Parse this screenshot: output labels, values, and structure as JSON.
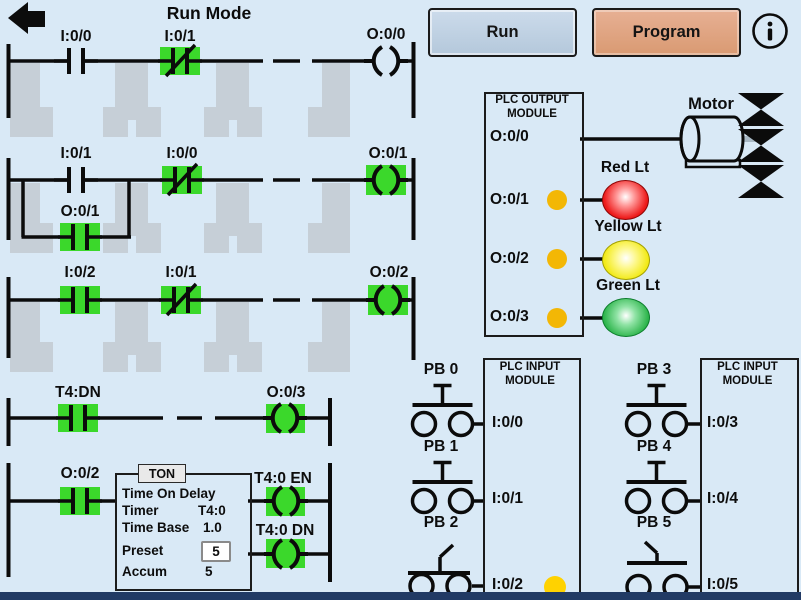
{
  "title": "Run Mode",
  "toolbar": {
    "run": "Run",
    "program": "Program"
  },
  "rung1": {
    "contact1": "I:0/0",
    "contact2": "I:0/1",
    "coil": "O:0/0"
  },
  "rung2": {
    "contact1": "I:0/1",
    "contact2": "I:0/0",
    "branch_contact": "O:0/1",
    "coil": "O:0/1"
  },
  "rung3": {
    "contact1": "I:0/2",
    "contact2": "I:0/1",
    "coil": "O:0/2"
  },
  "rung4": {
    "contact1": "T4:DN",
    "coil": "O:0/3"
  },
  "rung5": {
    "contact1": "O:0/2",
    "coil_en": "T4:0 EN",
    "coil_dn": "T4:0 DN"
  },
  "timer": {
    "tab": "TON",
    "title": "Time On Delay",
    "timer_label": "Timer",
    "timer_value": "T4:0",
    "time_base_label": "Time Base",
    "time_base_value": "1.0",
    "preset_label": "Preset",
    "preset_value": "5",
    "accum_label": "Accum",
    "accum_value": "5"
  },
  "output_module": {
    "title_line1": "PLC OUTPUT",
    "title_line2": "MODULE",
    "rows": [
      {
        "label": "O:0/0",
        "lit": false
      },
      {
        "label": "O:0/1",
        "lit": true
      },
      {
        "label": "O:0/2",
        "lit": true
      },
      {
        "label": "O:0/3",
        "lit": true
      }
    ]
  },
  "devices": {
    "motor": "Motor",
    "red_light": "Red Lt",
    "yellow_light": "Yellow Lt",
    "green_light": "Green Lt"
  },
  "input_module_1": {
    "title_line1": "PLC INPUT",
    "title_line2": "MODULE",
    "rows": [
      {
        "label": "I:0/0",
        "lit": false
      },
      {
        "label": "I:0/1",
        "lit": false
      },
      {
        "label": "I:0/2",
        "lit": true
      }
    ]
  },
  "input_module_2": {
    "title_line1": "PLC INPUT",
    "title_line2": "MODULE",
    "rows": [
      {
        "label": "I:0/3",
        "lit": false
      },
      {
        "label": "I:0/4",
        "lit": false
      },
      {
        "label": "I:0/5",
        "lit": false
      }
    ]
  },
  "push_buttons_1": [
    {
      "label": "PB 0"
    },
    {
      "label": "PB 1"
    },
    {
      "label": "PB 2"
    }
  ],
  "push_buttons_2": [
    {
      "label": "PB 3"
    },
    {
      "label": "PB 4"
    },
    {
      "label": "PB 5"
    }
  ],
  "colors": {
    "background": "#D9E9F6",
    "highlight_green": "#3BD82B",
    "run_button": "#BDCFE1",
    "program_button": "#DFA183",
    "output_indicator": "#F3B705",
    "input_indicator": "#FFD200",
    "red_light": "#EE1B1B",
    "yellow_light": "#F2EA18",
    "green_light": "#2EB54C",
    "bottom_bar": "#213A64",
    "slot_gray": "#C6CFD7"
  }
}
